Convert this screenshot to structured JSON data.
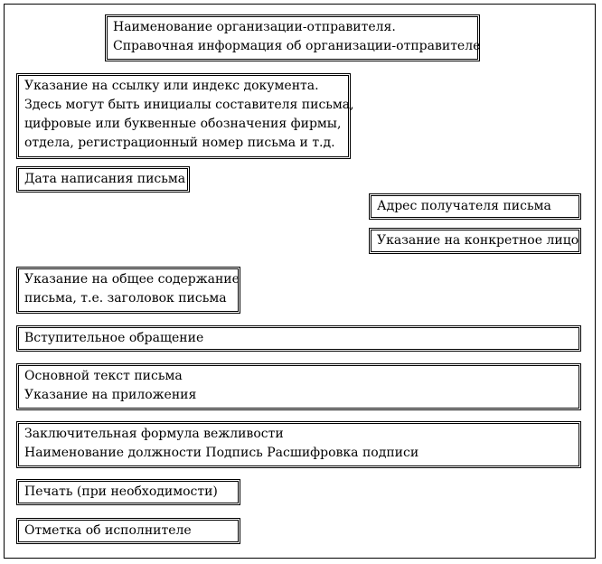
{
  "sender": {
    "lines": [
      "Наименование организации-отправителя.",
      "Справочная информация об организации-отправителе"
    ]
  },
  "reference": {
    "lines": [
      "Указание на ссылку или индекс документа.",
      "Здесь могут быть инициалы составителя письма,",
      "цифровые или буквенные обозначения фирмы,",
      "отдела, регистрационный номер письма и т.д."
    ]
  },
  "date": {
    "label": "Дата написания письма"
  },
  "recipient_address": {
    "label": "Адрес получателя письма"
  },
  "recipient_person": {
    "label": "Указание на конкретное лицо"
  },
  "subject": {
    "lines": [
      "Указание на общее содержание",
      "письма, т.е. заголовок письма"
    ]
  },
  "salutation": {
    "label": "Вступительное обращение"
  },
  "body": {
    "lines": [
      "Основной текст письма",
      "Указание на приложения"
    ]
  },
  "closing": {
    "lines": [
      "Заключительная формула вежливости",
      "Наименование должности Подпись Расшифровка подписи"
    ]
  },
  "stamp": {
    "label": "Печать (при необходимости)"
  },
  "executor": {
    "label": "Отметка об исполнителе"
  }
}
